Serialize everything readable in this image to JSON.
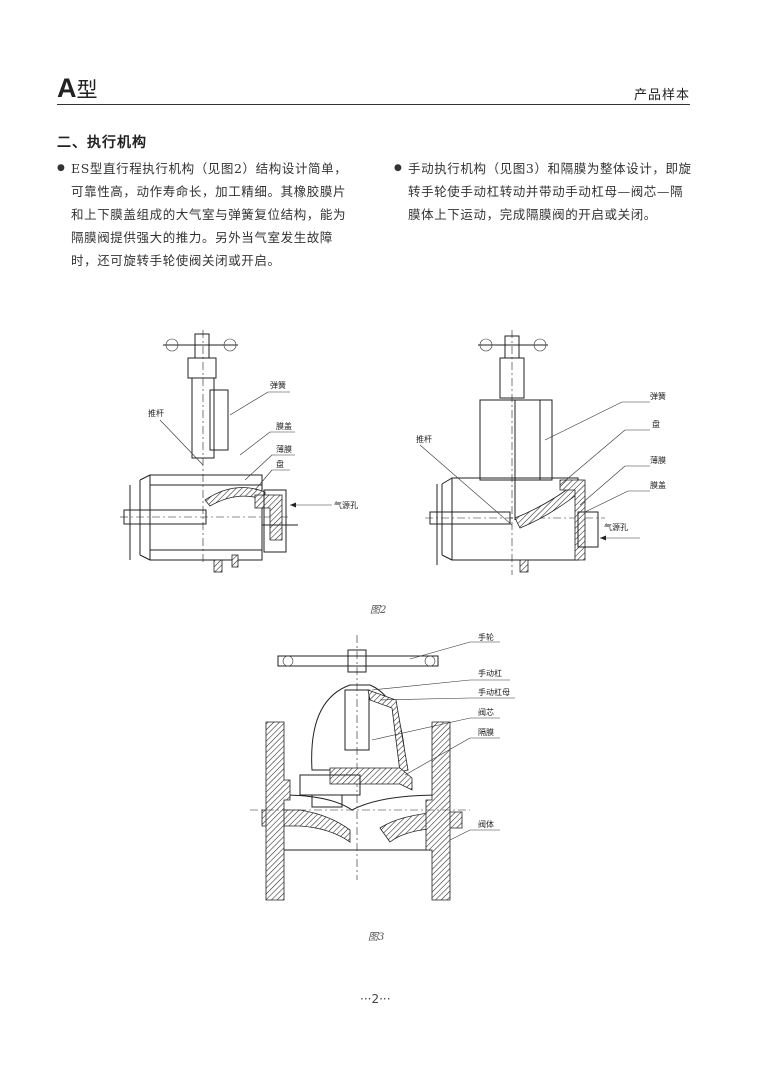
{
  "header": {
    "brand_letter": "A",
    "brand_type": "型",
    "sample_label": "产品样本"
  },
  "section": {
    "title": "二、执行机构",
    "para_left": "ES型直行程执行机构（见图2）结构设计简单，可靠性高，动作寿命长，加工精细。其橡胶膜片和上下膜盖组成的大气室与弹簧复位结构，能为隔膜阀提供强大的推力。另外当气室发生故障时，还可旋转手轮使阀关闭或开启。",
    "para_right": "手动执行机构（见图3）和隔膜为整体设计，即旋转手轮使手动杠转动并带动手动杠母—阀芯—隔膜体上下运动，完成隔膜阀的开启或关闭。"
  },
  "figure2": {
    "caption": "图2",
    "left_labels": {
      "spring": "弹簧",
      "push_rod": "推杆",
      "diaphragm_cover": "膜盖",
      "diaphragm": "薄膜",
      "disc": "盘",
      "air_port": "气源孔"
    },
    "right_labels": {
      "spring": "弹簧",
      "disc": "盘",
      "push_rod": "推杆",
      "diaphragm": "薄膜",
      "diaphragm_cover": "膜盖",
      "air_port": "气源孔"
    }
  },
  "figure3": {
    "caption": "图3",
    "labels": {
      "handwheel": "手轮",
      "manual_stem": "手动杠",
      "manual_stem_nut": "手动杠母",
      "valve_core": "阀芯",
      "diaphragm": "隔膜",
      "valve_body": "阀体"
    }
  },
  "footer": {
    "page_number": "···2···"
  }
}
